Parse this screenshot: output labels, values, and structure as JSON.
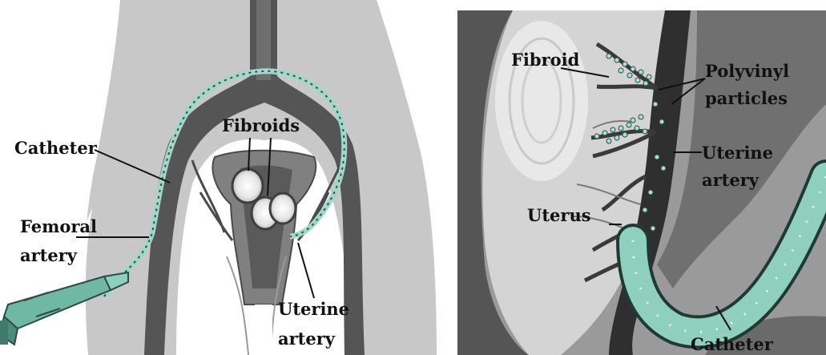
{
  "left_panel": {
    "labels": {
      "catheter": "Catheter",
      "femoral_line1": "Femoral",
      "femoral_line2": "artery",
      "fibroids": "Fibroids",
      "uterine_line1": "Uterine",
      "uterine_line2": "artery"
    }
  },
  "right_panel": {
    "labels": {
      "fibroid": "Fibroid",
      "polyvinyl_line1": "Polyvinyl",
      "polyvinyl_line2": "particles",
      "uterine_line1": "Uterine",
      "uterine_line2": "artery",
      "uterus": "Uterus",
      "catheter": "Catheter"
    }
  },
  "colors": {
    "body_gray": "#c8c8c8",
    "vessel_dark": "#555555",
    "catheter_teal": "#8fcfbd",
    "particle_teal": "#a8e0d0",
    "uterus_dark": "#666666"
  }
}
